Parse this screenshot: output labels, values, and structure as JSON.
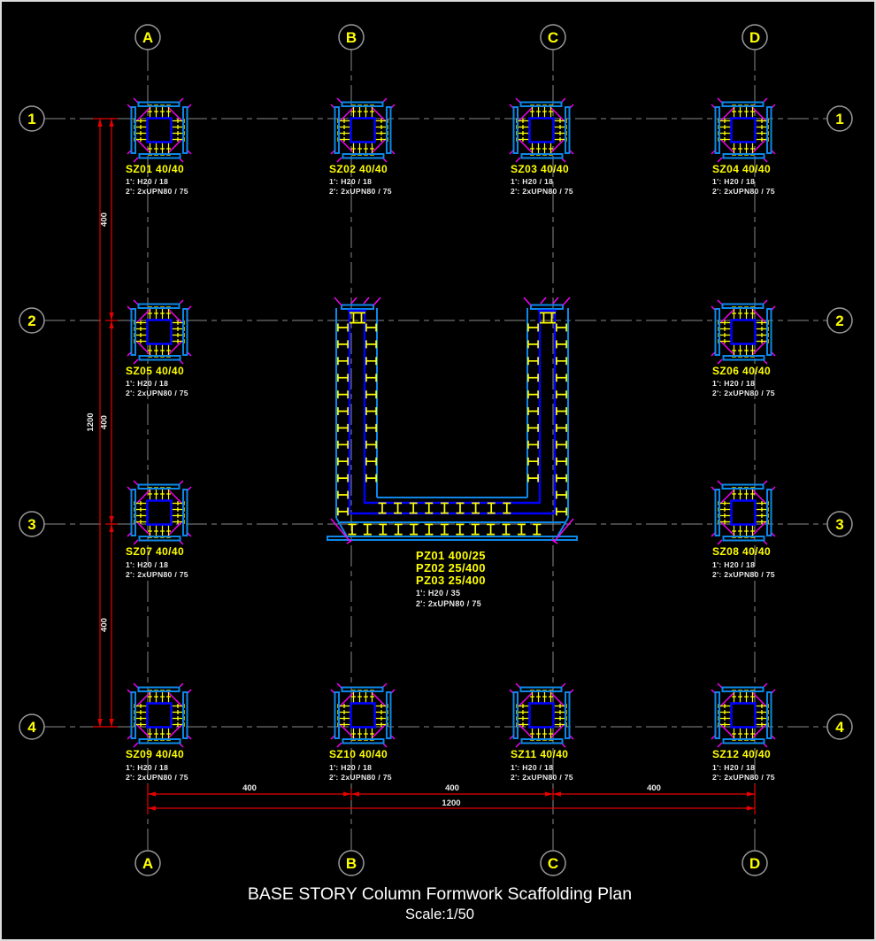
{
  "drawing": {
    "title_line1": "BASE STORY Column Formwork Scaffolding Plan",
    "title_line2": "Scale:1/50"
  },
  "grid": {
    "cols": [
      "A",
      "B",
      "C",
      "D"
    ],
    "rows": [
      "1",
      "2",
      "3",
      "4"
    ]
  },
  "columns": [
    {
      "id": "SZ01",
      "label": "SZ01 40/40",
      "note1": "1': H20 / 18",
      "note2": "2': 2xUPN80 / 75"
    },
    {
      "id": "SZ02",
      "label": "SZ02 40/40",
      "note1": "1': H20 / 18",
      "note2": "2': 2xUPN80 / 75"
    },
    {
      "id": "SZ03",
      "label": "SZ03 40/40",
      "note1": "1': H20 / 18",
      "note2": "2': 2xUPN80 / 75"
    },
    {
      "id": "SZ04",
      "label": "SZ04 40/40",
      "note1": "1': H20 / 18",
      "note2": "2': 2xUPN80 / 75"
    },
    {
      "id": "SZ05",
      "label": "SZ05 40/40",
      "note1": "1': H20 / 18",
      "note2": "2': 2xUPN80 / 75"
    },
    {
      "id": "SZ06",
      "label": "SZ06 40/40",
      "note1": "1': H20 / 18",
      "note2": "2': 2xUPN80 / 75"
    },
    {
      "id": "SZ07",
      "label": "SZ07 40/40",
      "note1": "1': H20 / 18",
      "note2": "2': 2xUPN80 / 75"
    },
    {
      "id": "SZ08",
      "label": "SZ08 40/40",
      "note1": "1': H20 / 18",
      "note2": "2': 2xUPN80 / 75"
    },
    {
      "id": "SZ09",
      "label": "SZ09 40/40",
      "note1": "1': H20 / 18",
      "note2": "2': 2xUPN80 / 75"
    },
    {
      "id": "SZ10",
      "label": "SZ10 40/40",
      "note1": "1': H20 / 18",
      "note2": "2': 2xUPN80 / 75"
    },
    {
      "id": "SZ11",
      "label": "SZ11 40/40",
      "note1": "1': H20 / 18",
      "note2": "2': 2xUPN80 / 75"
    },
    {
      "id": "SZ12",
      "label": "SZ12 40/40",
      "note1": "1': H20 / 18",
      "note2": "2': 2xUPN80 / 75"
    }
  ],
  "wall": {
    "label1": "PZ01 400/25",
    "label2": "PZ02 25/400",
    "label3": "PZ03 25/400",
    "note1": "1': H20 / 35",
    "note2": "2': 2xUPN80 / 75"
  },
  "dimensions": {
    "left": {
      "seg1": "400",
      "seg2": "400",
      "seg3": "400",
      "total": "1200"
    },
    "bottom": {
      "seg1": "400",
      "seg2": "400",
      "seg3": "400",
      "total": "1200"
    }
  },
  "colors": {
    "background": "#000000",
    "label_yellow": "#ffff00",
    "column_blue": "#0000ff",
    "formwork_light_blue": "#0d87e8",
    "tick_magenta": "#ff00ff",
    "dimension_red": "#e60000",
    "grid_gray": "#8a8a8a",
    "text_white": "#ffffff"
  }
}
